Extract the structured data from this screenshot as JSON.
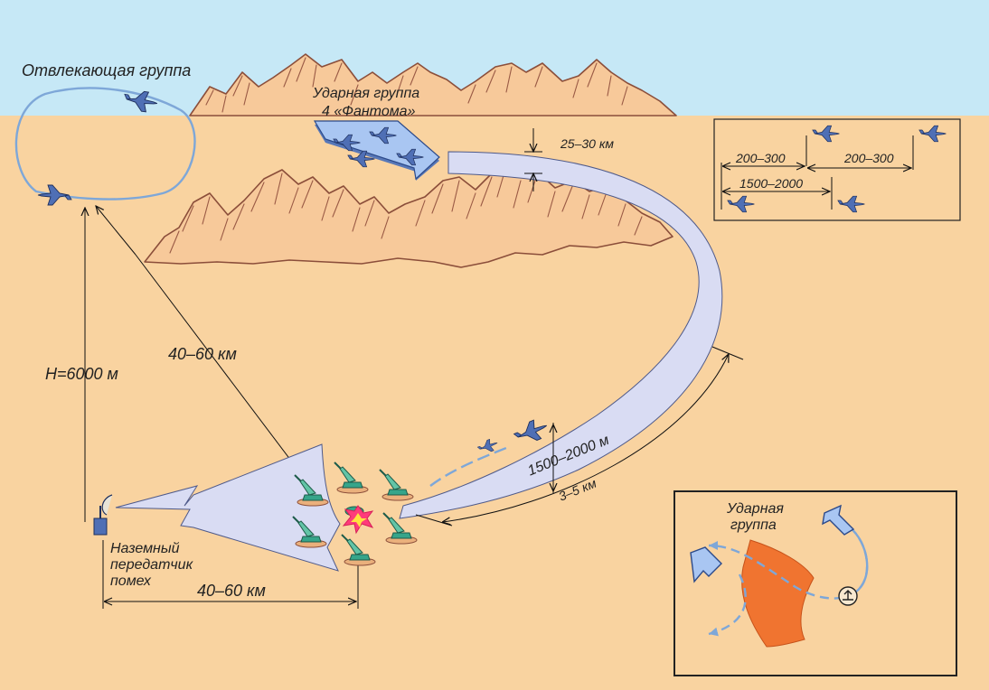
{
  "labels": {
    "decoy_group": "Отвлекающая группа",
    "strike_group_line1": "Ударная группа",
    "strike_group_line2": "4 «Фантома»",
    "altitude": "H=6000 м",
    "range_diag": "40–60 км",
    "range_ground": "40–60 км",
    "corridor_width": "25–30 км",
    "attack_altitude": "1500–2000 м",
    "attack_distance": "3–5 км",
    "jammer_line1": "Наземный",
    "jammer_line2": "передатчик",
    "jammer_line3": "помех"
  },
  "formation": {
    "spacing_top_left": "200–300",
    "spacing_top_right": "200–300",
    "spacing_total": "1500–2000"
  },
  "inset": {
    "label_line1": "Ударная",
    "label_line2": "группа"
  },
  "colors": {
    "sky": "#c6e8f6",
    "ground": "#f9d3a0",
    "mountain_stroke": "#8b4e3a",
    "corridor": "#d9dcf3",
    "aircraft": "#4f6fb5",
    "missile_launcher": "#36a58a",
    "explosion": "#ff3b7b",
    "zone": "#f07430"
  }
}
